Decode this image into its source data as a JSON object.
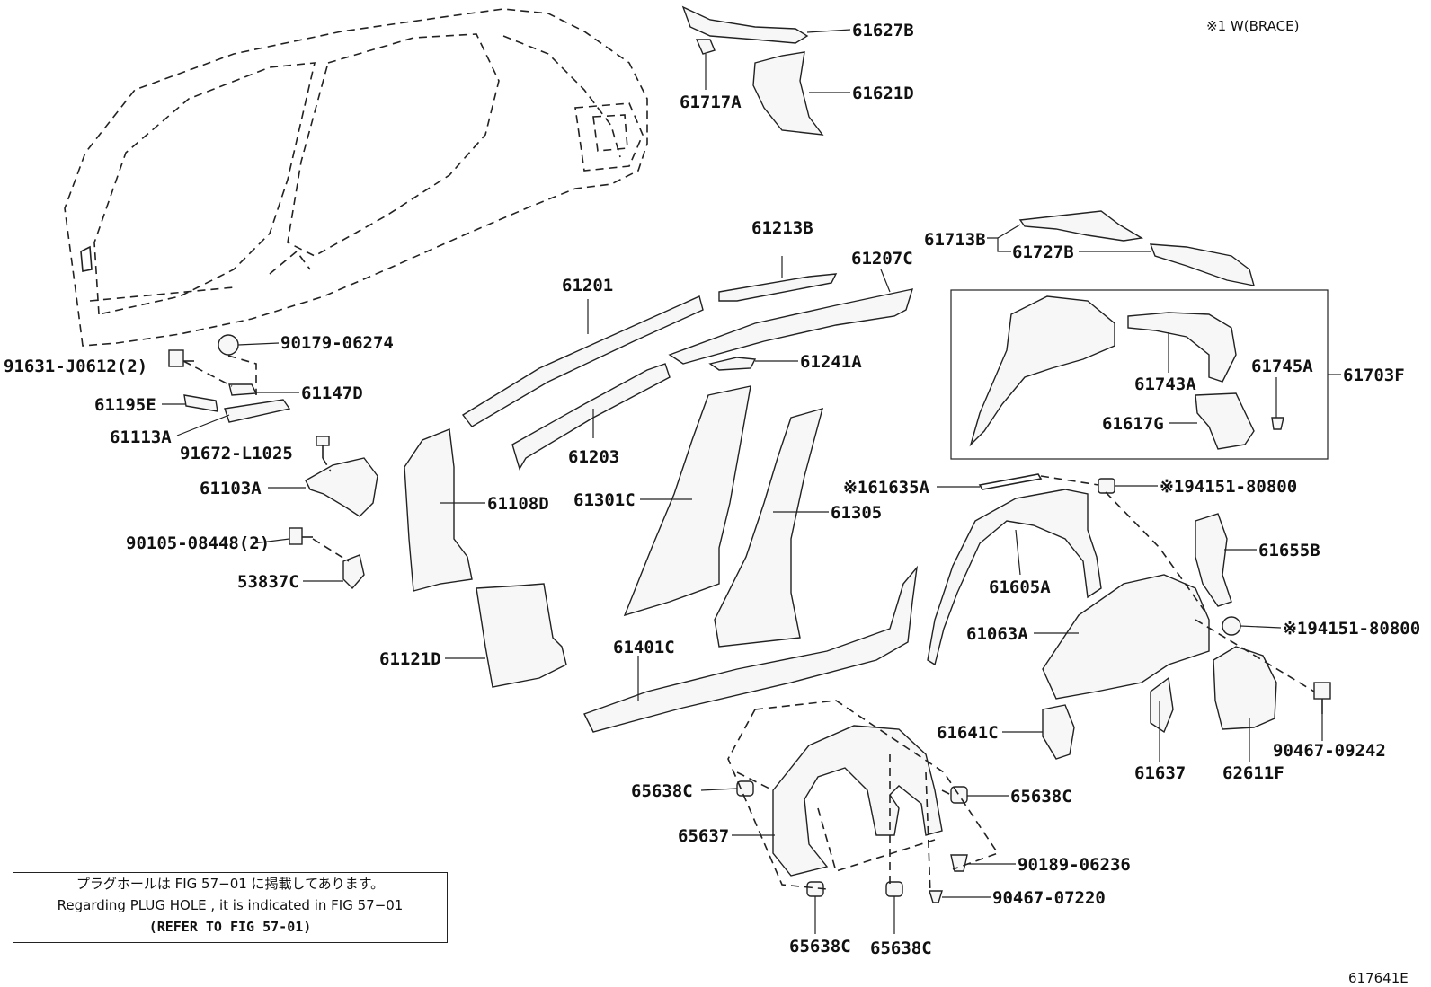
{
  "header_note": "※1 W(BRACE)",
  "figure_code": "617641E",
  "callouts": [
    {
      "id": "c61627B",
      "text": "61627B"
    },
    {
      "id": "c61621D",
      "text": "61621D"
    },
    {
      "id": "c61717A",
      "text": "61717A"
    },
    {
      "id": "c61213B",
      "text": "61213B"
    },
    {
      "id": "c61201",
      "text": "61201"
    },
    {
      "id": "c61207C",
      "text": "61207C"
    },
    {
      "id": "c61713B",
      "text": "61713B"
    },
    {
      "id": "c61727B",
      "text": "61727B"
    },
    {
      "id": "c61241A",
      "text": "61241A"
    },
    {
      "id": "c61203",
      "text": "61203"
    },
    {
      "id": "c90179",
      "text": "90179-06274"
    },
    {
      "id": "c91631",
      "text": "91631-J0612(2)"
    },
    {
      "id": "c61147D",
      "text": "61147D"
    },
    {
      "id": "c61195E",
      "text": "61195E"
    },
    {
      "id": "c61113A",
      "text": "61113A"
    },
    {
      "id": "c91672",
      "text": "91672-L1025"
    },
    {
      "id": "c61103A",
      "text": "61103A"
    },
    {
      "id": "c61108D",
      "text": "61108D"
    },
    {
      "id": "c61301C",
      "text": "61301C"
    },
    {
      "id": "c61305",
      "text": "61305"
    },
    {
      "id": "c90105",
      "text": "90105-08448(2)"
    },
    {
      "id": "c53837C",
      "text": "53837C"
    },
    {
      "id": "c61121D",
      "text": "61121D"
    },
    {
      "id": "c61401C",
      "text": "61401C"
    },
    {
      "id": "c61743A",
      "text": "61743A"
    },
    {
      "id": "c61745A",
      "text": "61745A"
    },
    {
      "id": "c61703F",
      "text": "61703F"
    },
    {
      "id": "c61617G",
      "text": "61617G"
    },
    {
      "id": "c61635A",
      "text": "※161635A"
    },
    {
      "id": "c194151a",
      "text": "※194151-80800"
    },
    {
      "id": "c61655B",
      "text": "61655B"
    },
    {
      "id": "c61605A",
      "text": "61605A"
    },
    {
      "id": "c61063A",
      "text": "61063A"
    },
    {
      "id": "c194151b",
      "text": "※194151-80800"
    },
    {
      "id": "c61641C",
      "text": "61641C"
    },
    {
      "id": "c90467a",
      "text": "90467-09242"
    },
    {
      "id": "c61637",
      "text": "61637"
    },
    {
      "id": "c62611F",
      "text": "62611F"
    },
    {
      "id": "c65638C1",
      "text": "65638C"
    },
    {
      "id": "c65638C2",
      "text": "65638C"
    },
    {
      "id": "c65637",
      "text": "65637"
    },
    {
      "id": "c90189",
      "text": "90189-06236"
    },
    {
      "id": "c90467b",
      "text": "90467-07220"
    },
    {
      "id": "c65638C3",
      "text": "65638C"
    },
    {
      "id": "c65638C4",
      "text": "65638C"
    }
  ],
  "note_box": {
    "line_jp": "プラグホールは FIG  57−01 に掲載してあります。",
    "line_en": "Regarding  PLUG  HOLE , it is indicated in  FIG  57−01",
    "line_ref": "(REFER  TO  FIG  57-01)"
  }
}
